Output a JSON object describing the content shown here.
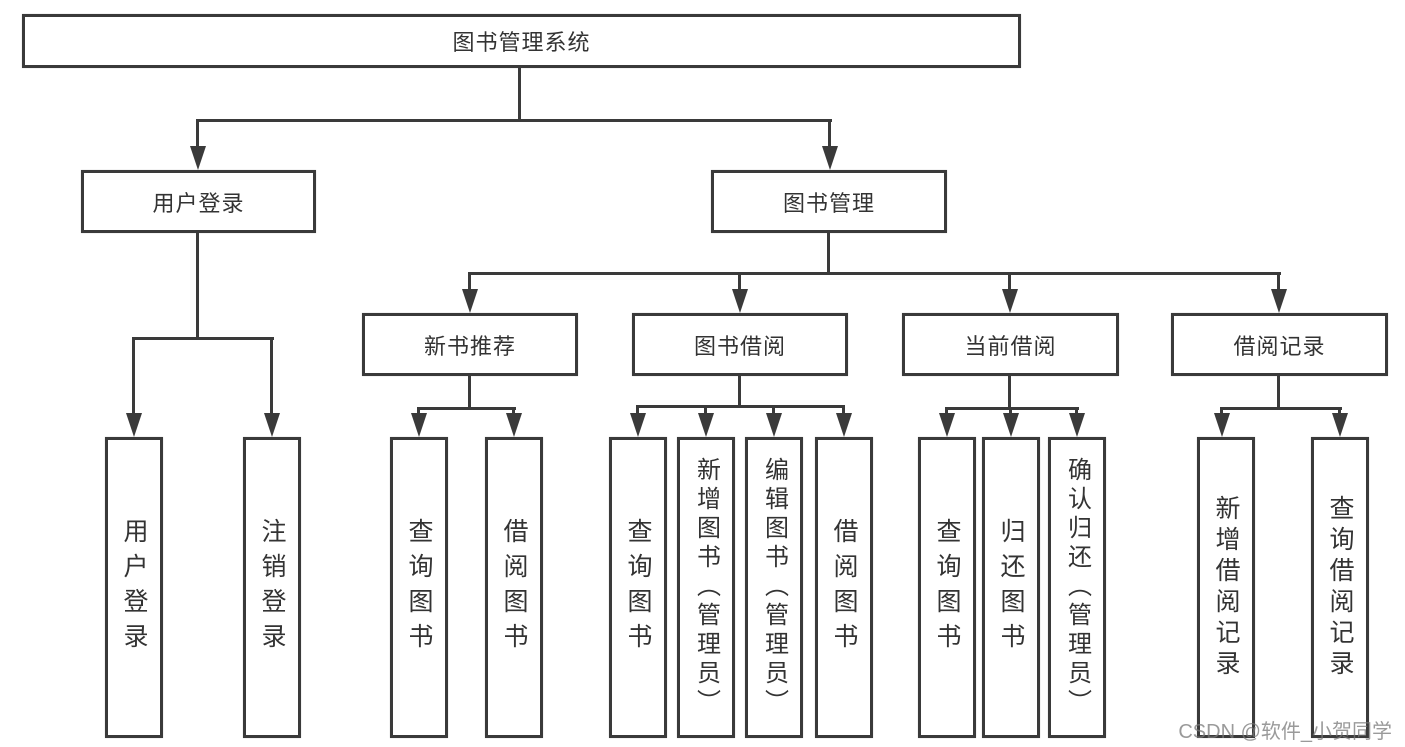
{
  "diagram": {
    "root": "图书管理系统",
    "branches": [
      {
        "label": "用户登录",
        "leaves": [
          "用户登录",
          "注销登录"
        ]
      },
      {
        "label": "图书管理",
        "groups": [
          {
            "label": "新书推荐",
            "leaves": [
              "查询图书",
              "借阅图书"
            ]
          },
          {
            "label": "图书借阅",
            "leaves": [
              "查询图书",
              "新增图书（管理员）",
              "编辑图书（管理员）",
              "借阅图书"
            ]
          },
          {
            "label": "当前借阅",
            "leaves": [
              "查询图书",
              "归还图书",
              "确认归还（管理员）"
            ]
          },
          {
            "label": "借阅记录",
            "leaves": [
              "新增借阅记录",
              "查询借阅记录"
            ]
          }
        ]
      }
    ]
  },
  "watermark": "CSDN @软件_小贺同学",
  "colors": {
    "line": "#3a3a3a",
    "text": "#333333",
    "background": "#ffffff",
    "watermark": "#9a9a9a"
  }
}
